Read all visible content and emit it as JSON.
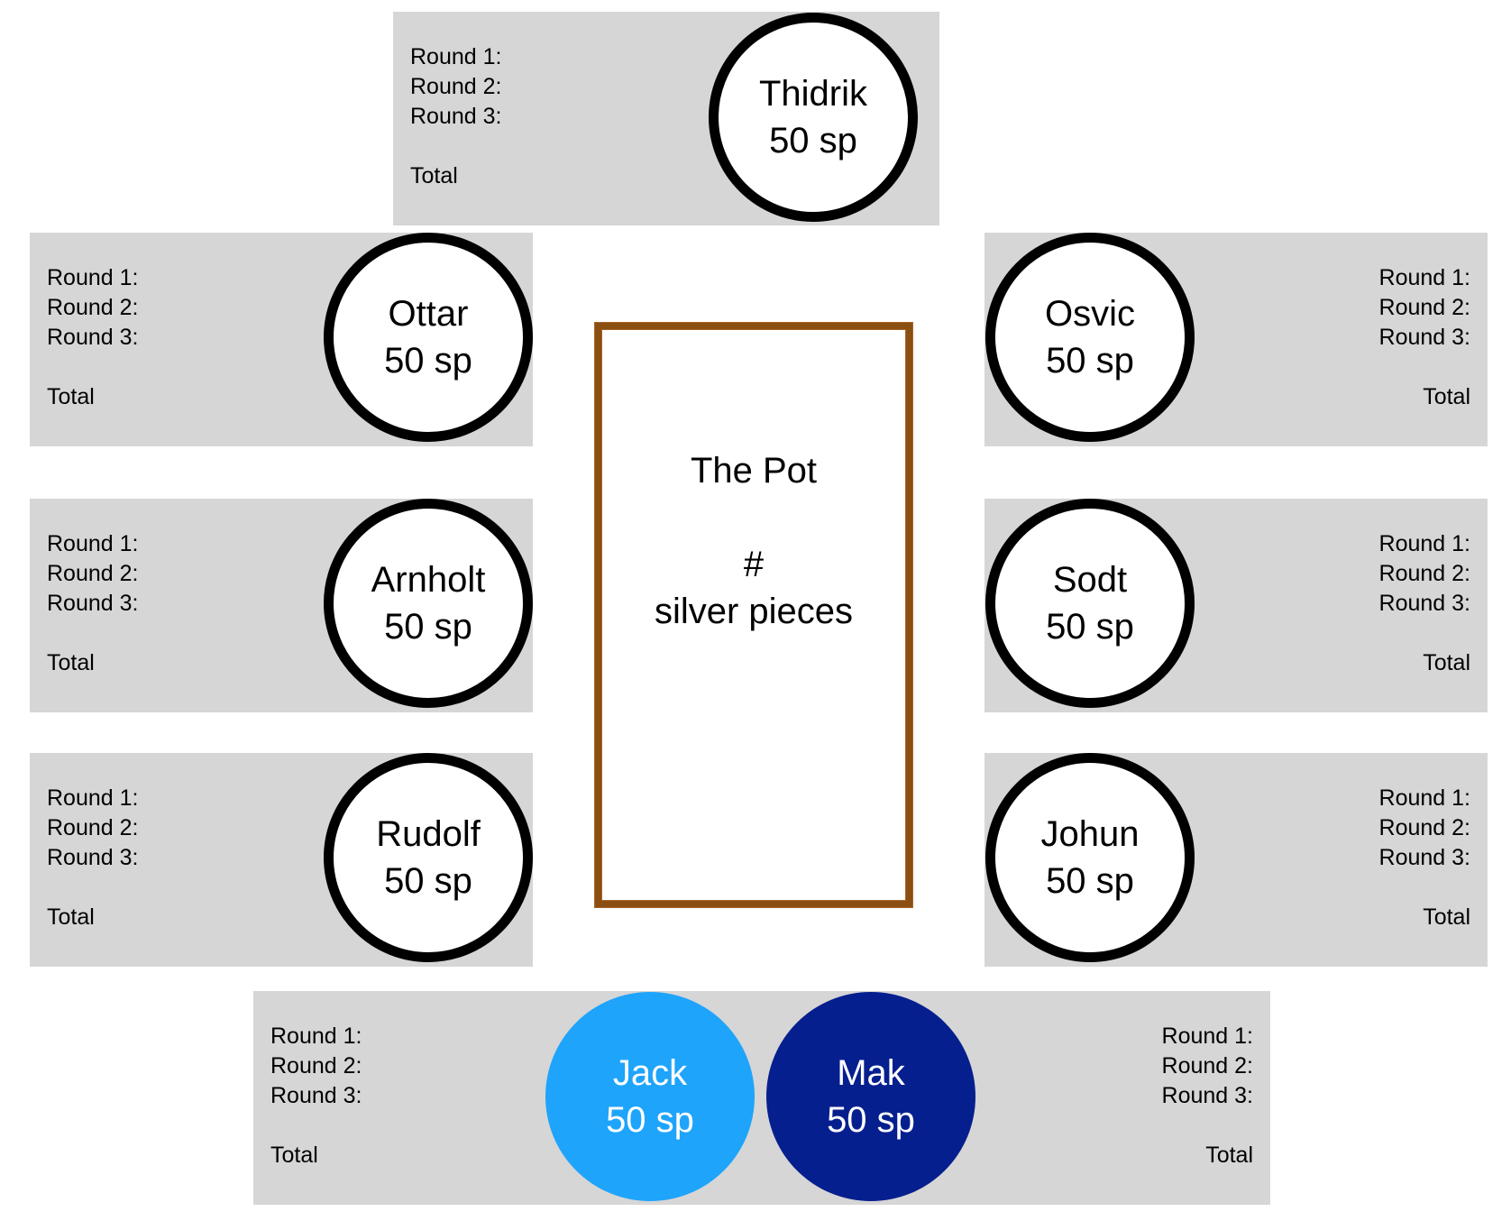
{
  "round_labels": [
    "Round 1:",
    "Round 2:",
    "Round 3:"
  ],
  "total_label": "Total",
  "pot": {
    "title": "The Pot",
    "count": "#",
    "unit": "silver pieces"
  },
  "players": [
    {
      "name": "Thidrik",
      "amount": "50 sp"
    },
    {
      "name": "Ottar",
      "amount": "50 sp"
    },
    {
      "name": "Osvic",
      "amount": "50 sp"
    },
    {
      "name": "Arnholt",
      "amount": "50 sp"
    },
    {
      "name": "Sodt",
      "amount": "50 sp"
    },
    {
      "name": "Rudolf",
      "amount": "50 sp"
    },
    {
      "name": "Johun",
      "amount": "50 sp"
    },
    {
      "name": "Jack",
      "amount": "50 sp"
    },
    {
      "name": "Mak",
      "amount": "50 sp"
    }
  ],
  "colors": {
    "panel": "#d6d6d6",
    "pot_border": "#8b4f12",
    "jack": "#1ea4fb",
    "mak": "#061f8e"
  }
}
